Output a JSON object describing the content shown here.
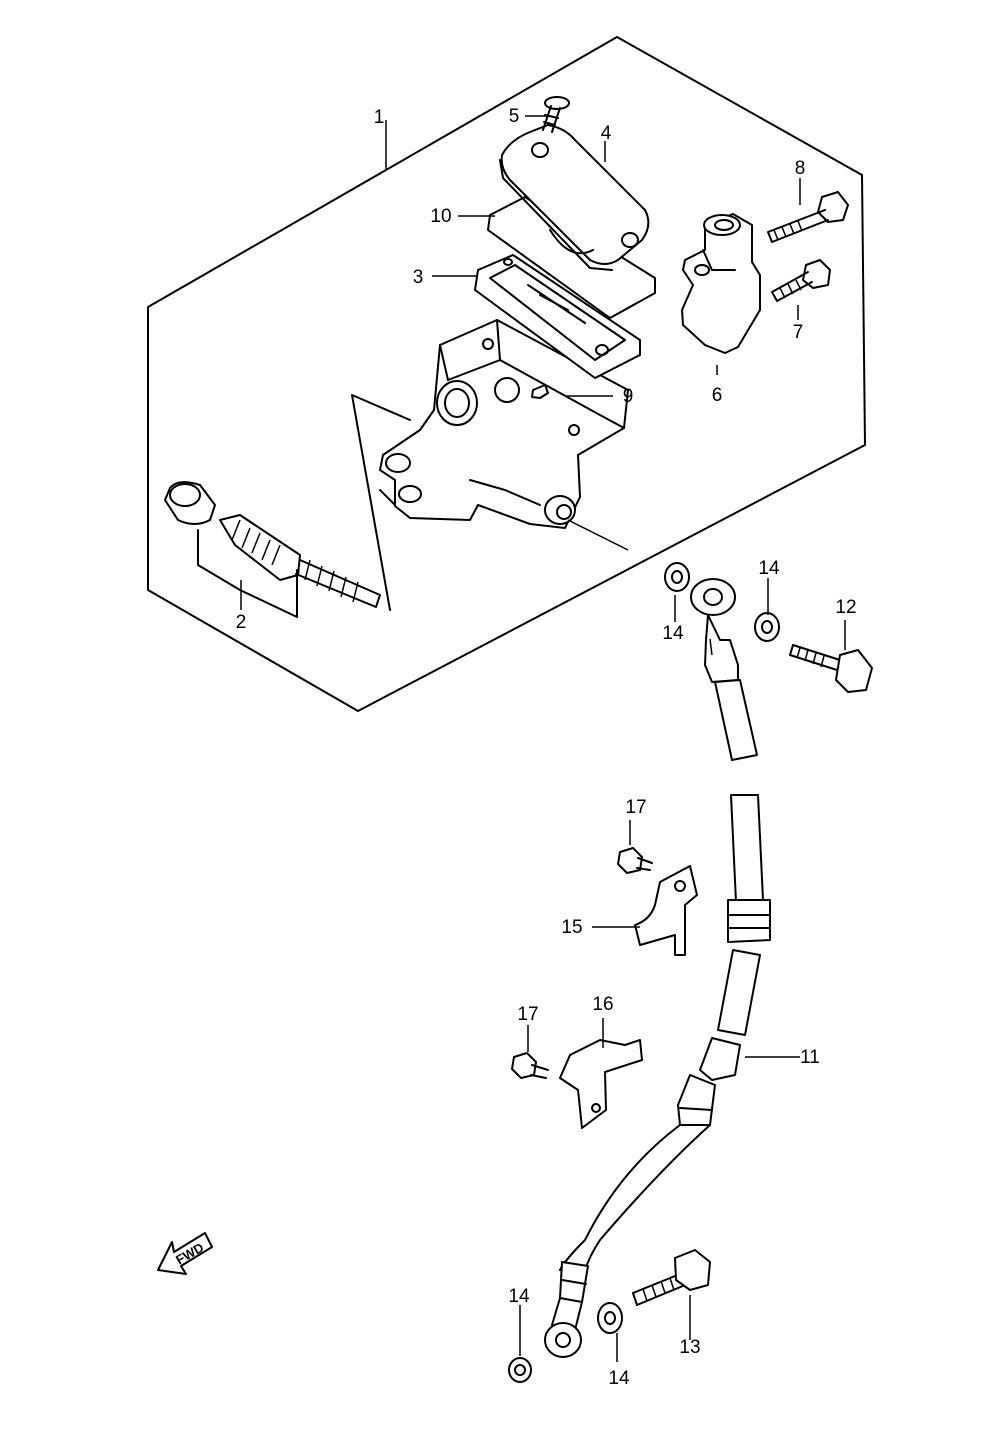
{
  "callouts": [
    {
      "id": "c1",
      "text": "1"
    },
    {
      "id": "c2",
      "text": "2"
    },
    {
      "id": "c3",
      "text": "3"
    },
    {
      "id": "c4",
      "text": "4"
    },
    {
      "id": "c5",
      "text": "5"
    },
    {
      "id": "c6",
      "text": "6"
    },
    {
      "id": "c7",
      "text": "7"
    },
    {
      "id": "c8",
      "text": "8"
    },
    {
      "id": "c9",
      "text": "9"
    },
    {
      "id": "c10",
      "text": "10"
    },
    {
      "id": "c11",
      "text": "11"
    },
    {
      "id": "c12",
      "text": "12"
    },
    {
      "id": "c13",
      "text": "13"
    },
    {
      "id": "c14a",
      "text": "14"
    },
    {
      "id": "c14b",
      "text": "14"
    },
    {
      "id": "c14c",
      "text": "14"
    },
    {
      "id": "c14d",
      "text": "14"
    },
    {
      "id": "c15",
      "text": "15"
    },
    {
      "id": "c16",
      "text": "16"
    },
    {
      "id": "c17a",
      "text": "17"
    },
    {
      "id": "c17b",
      "text": "17"
    }
  ],
  "fwd_label": "FWD",
  "parts": [
    "master-cylinder-assembly",
    "piston-set",
    "diaphragm-plate",
    "reservoir-cap",
    "cap-screw",
    "holder",
    "holder-bolt",
    "holder-bolt-long",
    "clip",
    "diaphragm",
    "brake-hose",
    "union-bolt",
    "union-bolt-lower",
    "gasket",
    "hose-clamp",
    "hose-guide",
    "clamp-bolt"
  ]
}
